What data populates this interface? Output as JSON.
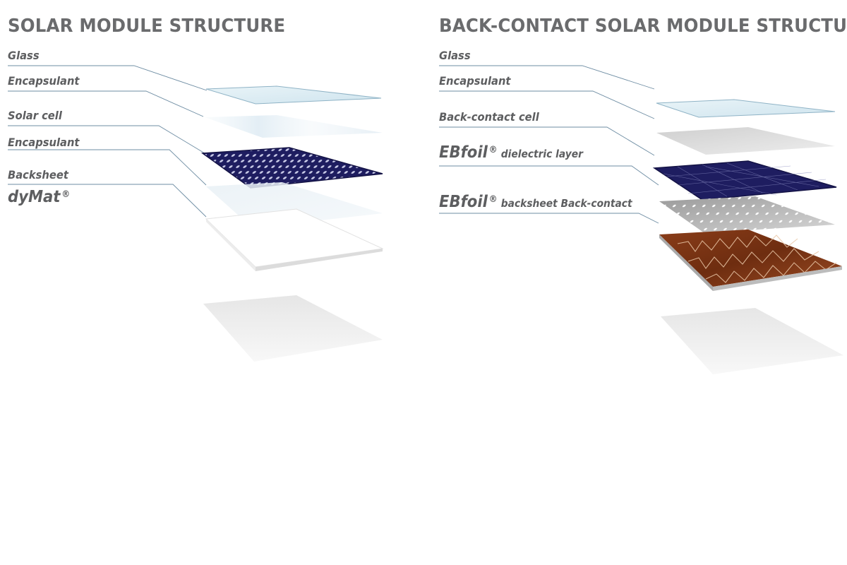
{
  "left": {
    "title": "SOLAR MODULE STRUCTURE",
    "labels": {
      "glass": "Glass",
      "encapsulant_top": "Encapsulant",
      "solar_cell": "Solar cell",
      "encapsulant_bottom": "Encapsulant",
      "backsheet": "Backsheet",
      "dymat_brand": "dyMat",
      "dymat_reg": "®"
    }
  },
  "right": {
    "title": "BACK-CONTACT SOLAR MODULE STRUCTURE",
    "labels": {
      "glass": "Glass",
      "encapsulant": "Encapsulant",
      "back_contact_cell": "Back-contact cell",
      "ebfoil_brand_1": "EBfoil",
      "ebfoil_reg_1": "®",
      "ebfoil_suffix_1": "dielectric layer",
      "ebfoil_brand_2": "EBfoil",
      "ebfoil_reg_2": "®",
      "ebfoil_suffix_2": "backsheet Back-contact"
    }
  },
  "colors": {
    "title_gray": "#6a6b6d",
    "label_gray": "#5d5e60",
    "leader_line": "#6e8da3",
    "glass_fill": "#dcecf3",
    "cell_navy": "#1d1c5c",
    "copper": "#7a3414"
  }
}
